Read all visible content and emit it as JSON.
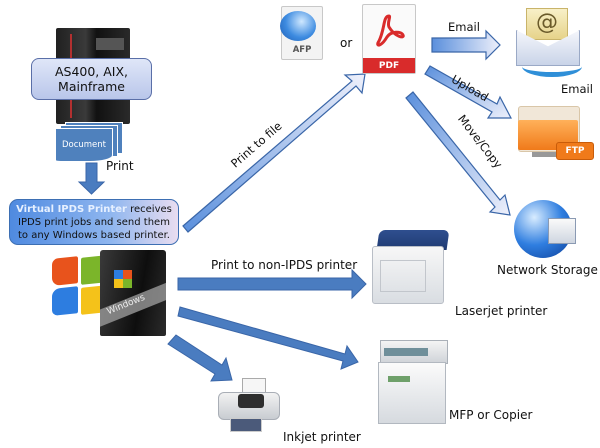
{
  "source": {
    "title": "AS400, AIX, Mainframe",
    "title_lines": [
      "AS400, AIX,",
      "Mainframe"
    ],
    "document_label": "Document",
    "print_label": "Print"
  },
  "virtual_printer": {
    "highlight": "Virtual IPDS Printer",
    "text": " receives IPDS print jobs and send them to any Windows based printer."
  },
  "windows": {
    "tower_label": "Windows"
  },
  "file_formats": {
    "afp_label": "AFP",
    "or_label": "or",
    "pdf_label": "PDF"
  },
  "flows": {
    "print_to_file": "Print to file",
    "print_to_non_ipds": "Print to non-IPDS printer",
    "email": "Email",
    "upload": "Upload",
    "move_copy": "Move/Copy"
  },
  "destinations": {
    "email": "Email",
    "ftp_badge": "FTP",
    "network_storage": "Network Storage",
    "laserjet": "Laserjet printer",
    "mfp": "MFP or Copier",
    "inkjet": "Inkjet printer"
  },
  "colors": {
    "arrow_blue": "#4a7cc0",
    "arrow_outline": "#3a66a8",
    "box_blue": "#5b9bd5",
    "highlight_text": "#dbeaff",
    "pdf_red": "#d92b2b",
    "ftp_orange": "#f07a1a"
  }
}
